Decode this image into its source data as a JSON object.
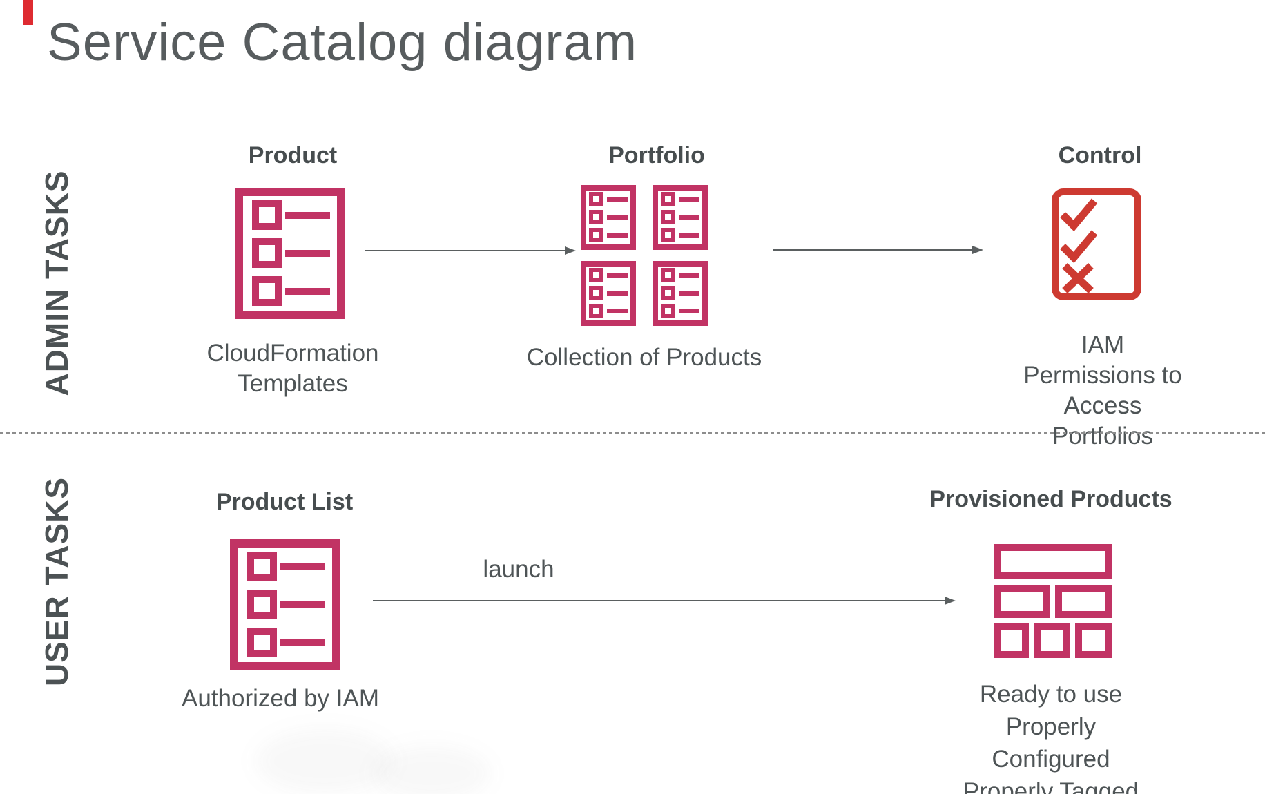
{
  "slide": {
    "title": "Service Catalog diagram"
  },
  "sections": {
    "admin": {
      "label": "ADMIN TASKS"
    },
    "user": {
      "label": "USER TASKS"
    }
  },
  "admin": {
    "product": {
      "heading": "Product",
      "caption": "CloudFormation\nTemplates"
    },
    "portfolio": {
      "heading": "Portfolio",
      "caption": "Collection of Products"
    },
    "control": {
      "heading": "Control",
      "caption": "IAM Permissions to\nAccess Portfolios"
    }
  },
  "user": {
    "product_list": {
      "heading": "Product List",
      "caption": "Authorized by IAM"
    },
    "launch_label": "launch",
    "provisioned": {
      "heading": "Provisioned Products",
      "caption": "Ready to use\nProperly Configured\nProperly Tagged"
    }
  },
  "colors": {
    "icon_crimson": "#c13364",
    "icon_red": "#cd3a31",
    "accent_red": "#de2b31",
    "heading_gray": "#474d4f",
    "body_gray": "#4e5456",
    "title_gray": "#575c5e",
    "arrow_gray": "#5a5f60",
    "separator_gray": "#8d8d8d"
  }
}
